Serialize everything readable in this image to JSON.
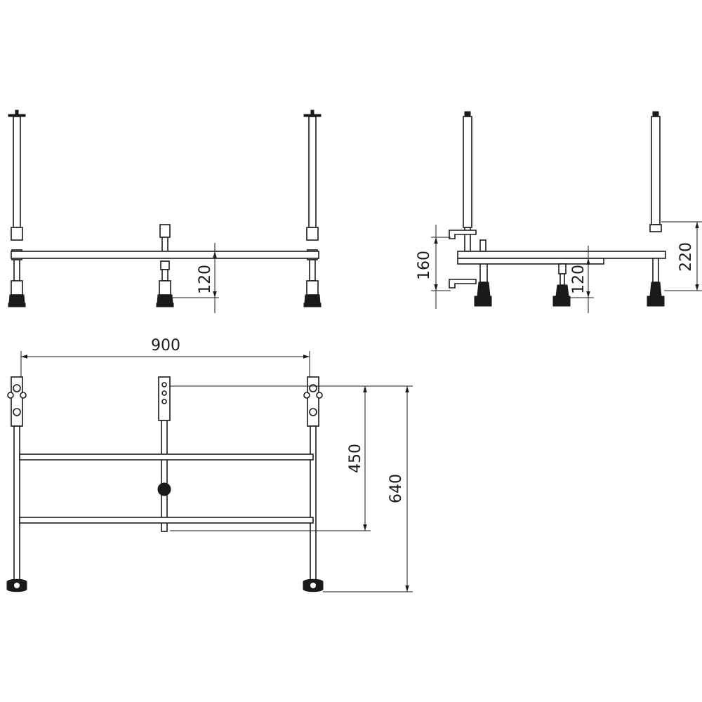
{
  "dimensions": {
    "front_bar_height": "120",
    "side_left_height": "160",
    "side_bar_height": "120",
    "side_right_height": "220",
    "width": "900",
    "inner_depth": "450",
    "overall_depth": "640"
  }
}
